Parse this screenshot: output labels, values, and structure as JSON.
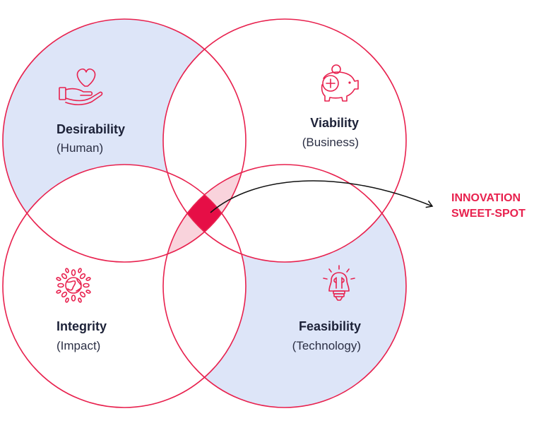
{
  "colors": {
    "ring": "#e8214e",
    "fill_blue": "#dde5f8",
    "fill_pink": "#f9d3dc",
    "core": "#e60e46",
    "text_dark": "#1d2238",
    "arrow": "#111111"
  },
  "circles": [
    {
      "id": "desirability",
      "title": "Desirability",
      "subtitle": "(Human)",
      "icon": "hand-heart-icon",
      "filled": true
    },
    {
      "id": "viability",
      "title": "Viability",
      "subtitle": "(Business)",
      "icon": "piggy-bank-icon",
      "filled": false
    },
    {
      "id": "integrity",
      "title": "Integrity",
      "subtitle": "(Impact)",
      "icon": "globe-sun-icon",
      "filled": false
    },
    {
      "id": "feasibility",
      "title": "Feasibility",
      "subtitle": "(Technology)",
      "icon": "lightbulb-icon",
      "filled": true
    }
  ],
  "callout": {
    "line1": "INNOVATION",
    "line2": "SWEET-SPOT"
  }
}
